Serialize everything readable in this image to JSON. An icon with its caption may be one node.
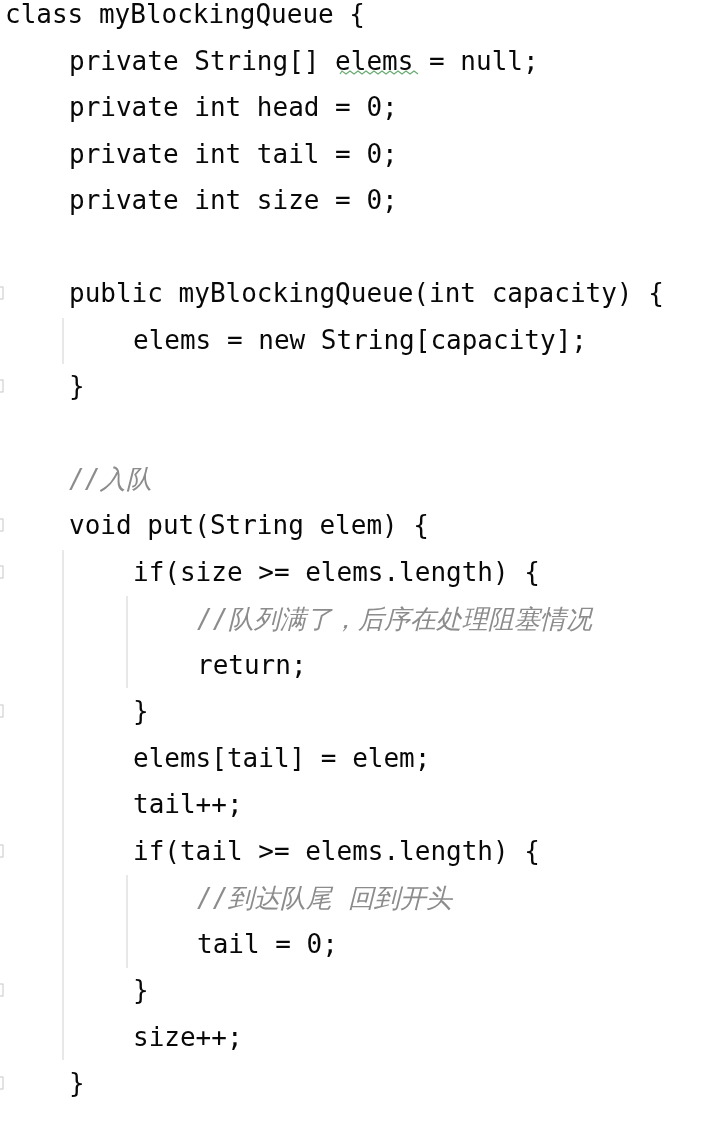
{
  "diagram": {
    "labels": [
      "class myBlockingQueue {",
      "private String[] elems = null;",
      "private int head = 0;",
      "private int tail = 0;",
      "private int size = 0;",
      "public myBlockingQueue(int capacity) {",
      "elems = new String[capacity];",
      "}",
      "//入队",
      "void put(String elem) {",
      "if(size >= elems.length) {",
      "//队列满了，后序在处理阻塞情况",
      "return;",
      "}",
      "elems[tail] = elem;",
      "tail++;",
      "if(tail >= elems.length) {",
      "//到达队尾 回到开头",
      "tail = 0;",
      "}",
      "size++;",
      "}"
    ]
  }
}
